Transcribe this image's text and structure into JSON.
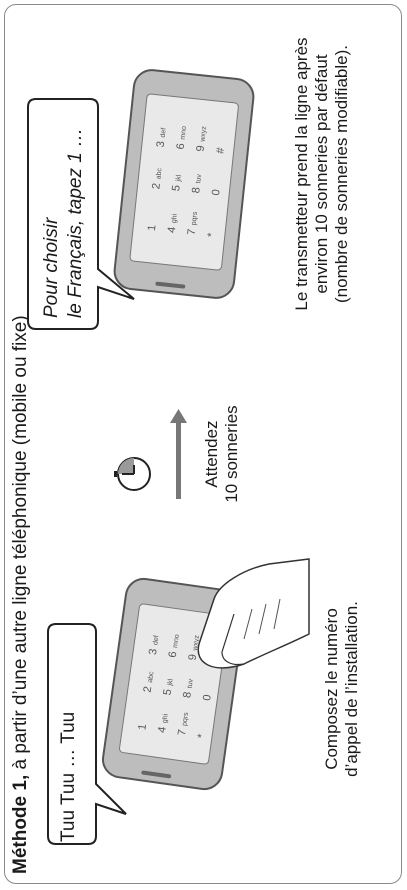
{
  "title": {
    "bold": "Méthode 1,",
    "rest": " à partir d’une autre ligne téléphonique (mobile ou fixe)"
  },
  "step1": {
    "bubble": "Tuu Tuu … Tuu",
    "caption_line1": "Composez le numéro",
    "caption_line2": "d’appel de l’installation."
  },
  "step2": {
    "caption_line1": "Attendez",
    "caption_line2": "10 sonneries"
  },
  "step3": {
    "bubble_line1": "Pour choisir",
    "bubble_line2": "le Français, tapez 1 …",
    "caption_line1": "Le transmetteur prend la ligne après",
    "caption_line2": "environ 10 sonneries par défaut",
    "caption_line3": "(nombre de sonneries modifiable)."
  },
  "keypad": {
    "keys": [
      "1",
      "2",
      "3",
      "4",
      "5",
      "6",
      "7",
      "8",
      "9",
      "*",
      "0",
      "#"
    ],
    "letters": [
      "",
      "abc",
      "def",
      "ghi",
      "jkl",
      "mno",
      "pqrs",
      "tuv",
      "wxyz",
      "",
      "",
      ""
    ]
  }
}
